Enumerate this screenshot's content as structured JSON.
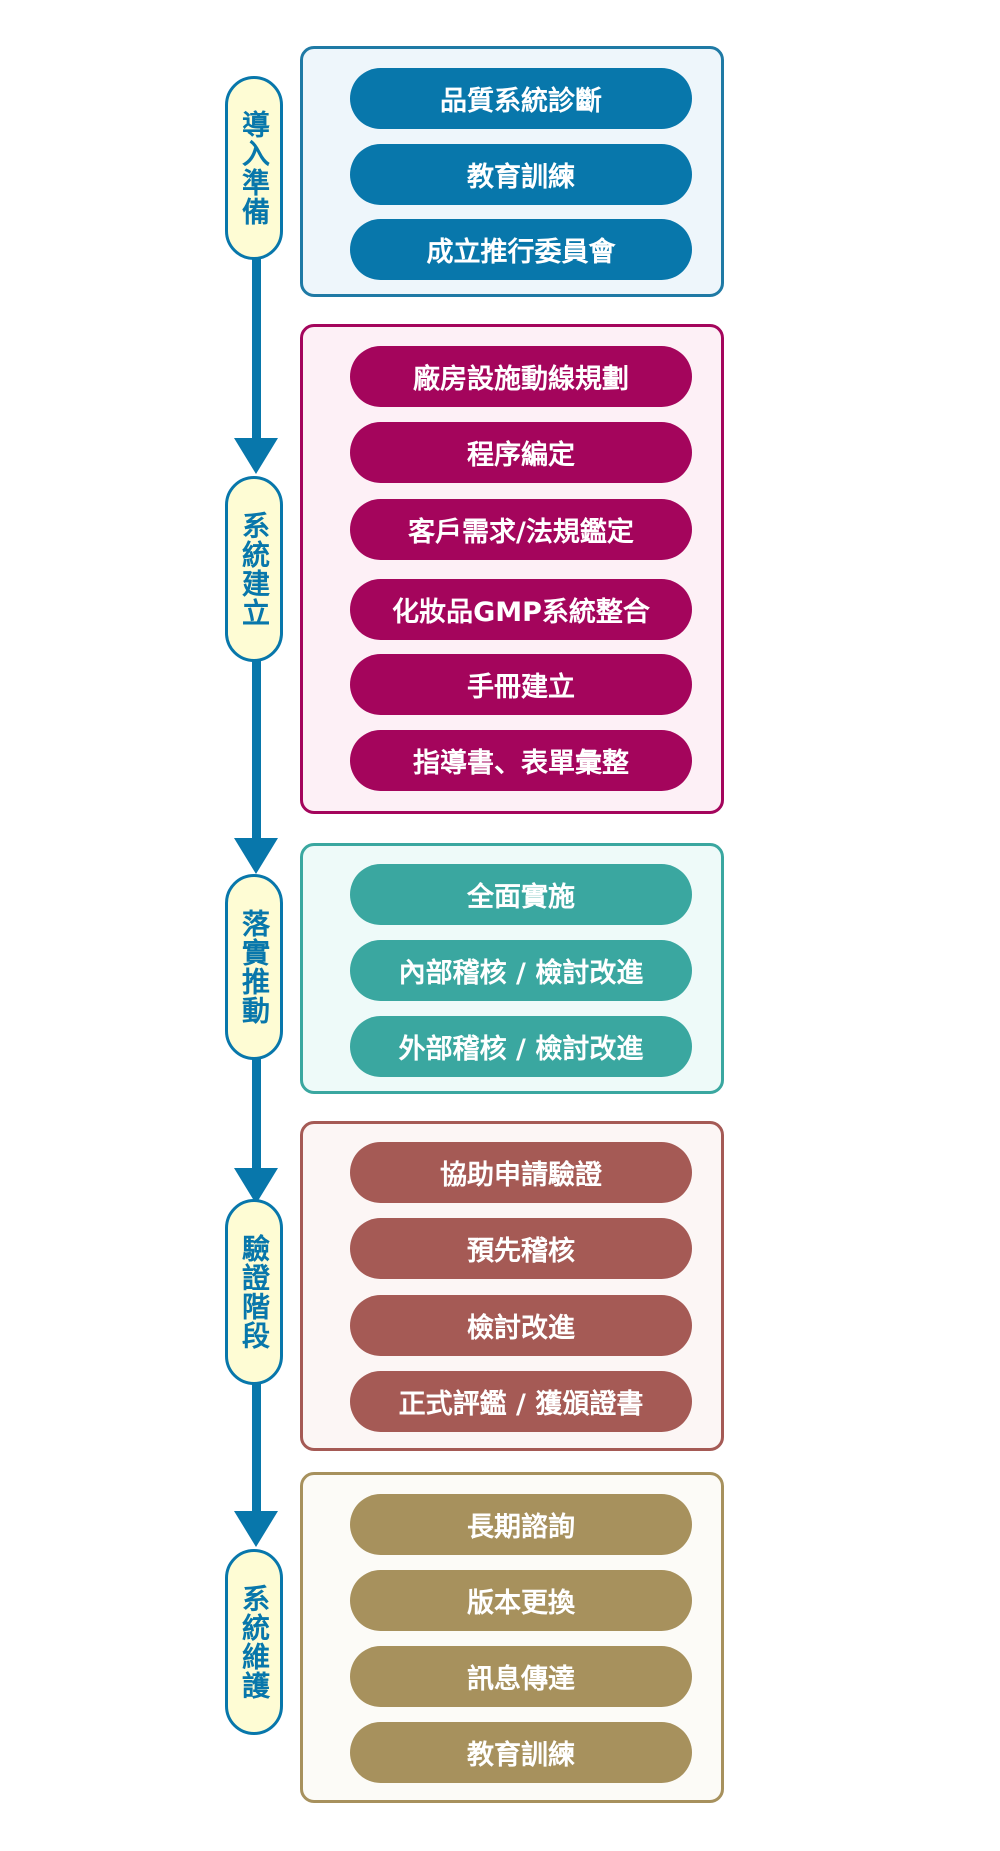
{
  "stages": [
    {
      "label": "導入準備",
      "steps": [
        "品質系統診斷",
        "教育訓練",
        "成立推行委員會"
      ]
    },
    {
      "label": "系統建立",
      "steps": [
        "廠房設施動線規劃",
        "程序編定",
        "客戶需求/法規鑑定",
        "化妝品GMP系統整合",
        "手冊建立",
        "指導書、表單彙整"
      ]
    },
    {
      "label": "落實推動",
      "steps": [
        "全面實施",
        "內部稽核 / 檢討改進",
        "外部稽核 / 檢討改進"
      ]
    },
    {
      "label": "驗證階段",
      "steps": [
        "協助申請驗證",
        "預先稽核",
        "檢討改進",
        "正式評鑑 / 獲頒證書"
      ]
    },
    {
      "label": "系統維護",
      "steps": [
        "長期諮詢",
        "版本更換",
        "訊息傳達",
        "教育訓練"
      ]
    }
  ],
  "colors": {
    "flow": "#0877ab",
    "stage_fill": "#fefcd4",
    "phase_1": "#0877ab",
    "phase_2": "#a4055c",
    "phase_3": "#3aa7a0",
    "phase_4": "#a55a55",
    "phase_5": "#a7915d"
  }
}
